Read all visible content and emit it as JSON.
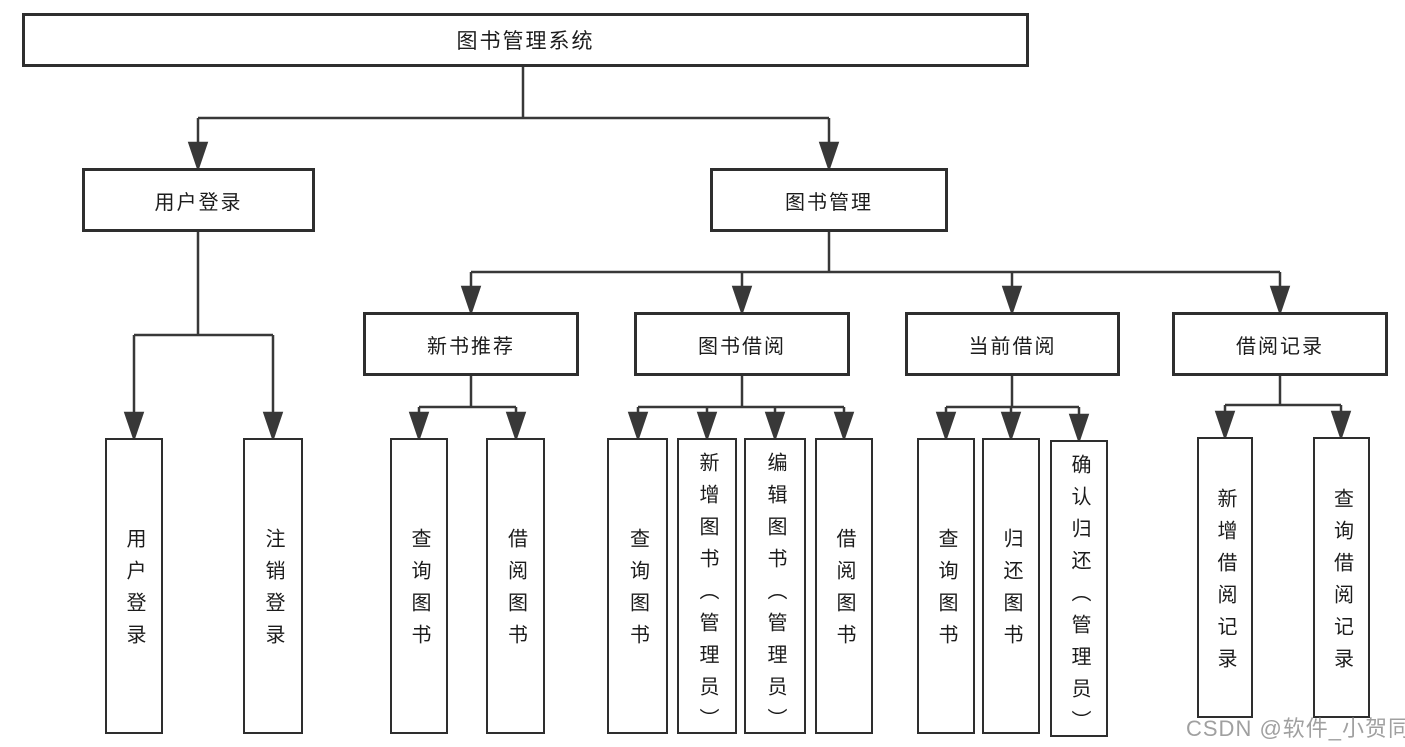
{
  "diagram": {
    "root": "图书管理系统",
    "branches": {
      "user_login": {
        "label": "用户登录",
        "leaves": [
          "用户登录",
          "注销登录"
        ]
      },
      "book_mgmt": {
        "label": "图书管理",
        "sections": {
          "new_books": {
            "label": "新书推荐",
            "leaves": [
              "查询图书",
              "借阅图书"
            ]
          },
          "book_borrow": {
            "label": "图书借阅",
            "leaves": [
              "查询图书",
              "新增图书（管理员）",
              "编辑图书（管理员）",
              "借阅图书"
            ]
          },
          "current_borrow": {
            "label": "当前借阅",
            "leaves": [
              "查询图书",
              "归还图书",
              "确认归还（管理员）"
            ]
          },
          "borrow_records": {
            "label": "借阅记录",
            "leaves": [
              "新增借阅记录",
              "查询借阅记录"
            ]
          }
        }
      }
    }
  },
  "watermark": {
    "text": "CSDN @软件_小贺同学"
  },
  "colors": {
    "line": "#383838",
    "box_border": "#2e2e2e",
    "text": "#1c1c1c",
    "watermark": "#969696",
    "background": "#ffffff"
  }
}
